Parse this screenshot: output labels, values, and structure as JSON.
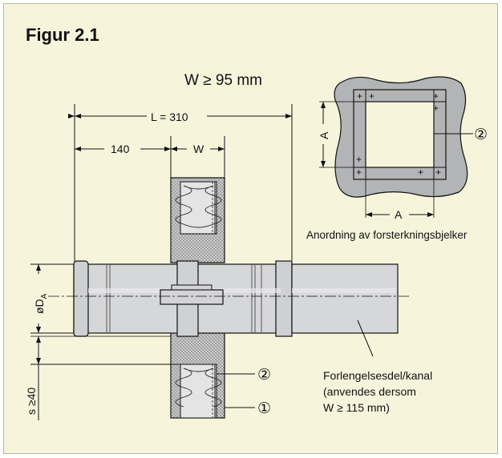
{
  "figure": {
    "title": "Figur 2.1",
    "width_condition": "W ≥ 95 mm",
    "length_label": "L = 310",
    "offset_label": "140",
    "wall_label": "W",
    "diameter_label": "øD",
    "diameter_subscript": "A",
    "spacing_label": "s ≥40",
    "callout_2": "②",
    "callout_1": "①",
    "extension_note": [
      "Forlengelsesdel/kanal",
      "(anvendes dersom",
      "W ≥ 115 mm)"
    ]
  },
  "inset": {
    "label_a": "A",
    "callout": "②",
    "caption": "Anordning av forsterkningsbjelker",
    "cross_marker": "+"
  },
  "colors": {
    "frame_bg": "#f6f5dc",
    "concrete_gray": "#b3b4b6",
    "pipe_fill": "#d6d7d9",
    "insulation_fill": "#e4e4e4"
  }
}
